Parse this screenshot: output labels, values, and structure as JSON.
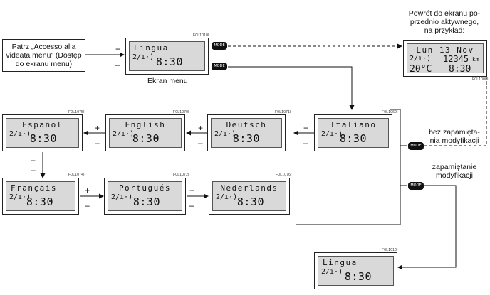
{
  "source_note": "Patrz „Accesso alla videata menu” (Dostęp do ekranu menu)",
  "return_note": "Powrót do ekranu po-\nprzednio aktywnego,\nna przykład:",
  "menu_caption": "Ekran menu",
  "no_save_note": "bez zapamięta-\nnia modyfikacji",
  "save_note": "zapamiętanie\nmodyfikacji",
  "mode_label": "MODE",
  "plus": "+",
  "minus": "–",
  "time": "8:30",
  "symbol": "2/ı·)",
  "menu_screen": {
    "title": "Lingua",
    "code": "F0L1010I"
  },
  "final_screen": {
    "title": "Lingua",
    "code": "F0L1010I"
  },
  "previous_screen": {
    "line1": "Lun 13 Nov",
    "odo": "12345",
    "unit": "km",
    "temp": "20°C",
    "code": "F0L1000I"
  },
  "languages": {
    "italiano": {
      "title": "Italiano",
      "code": "F0L1069I"
    },
    "deutsch": {
      "title": "Deutsch",
      "code": "F0L1071I"
    },
    "english": {
      "title": "English",
      "code": "F0L1070I"
    },
    "espanol": {
      "title": "Español",
      "code": "F0L1075I"
    },
    "francais": {
      "title": "Français",
      "code": "F0L1074I"
    },
    "portugues": {
      "title": "Portugués",
      "code": "F0L1072I"
    },
    "nederlands": {
      "title": "Nederlands",
      "code": "F0L1076I"
    }
  }
}
